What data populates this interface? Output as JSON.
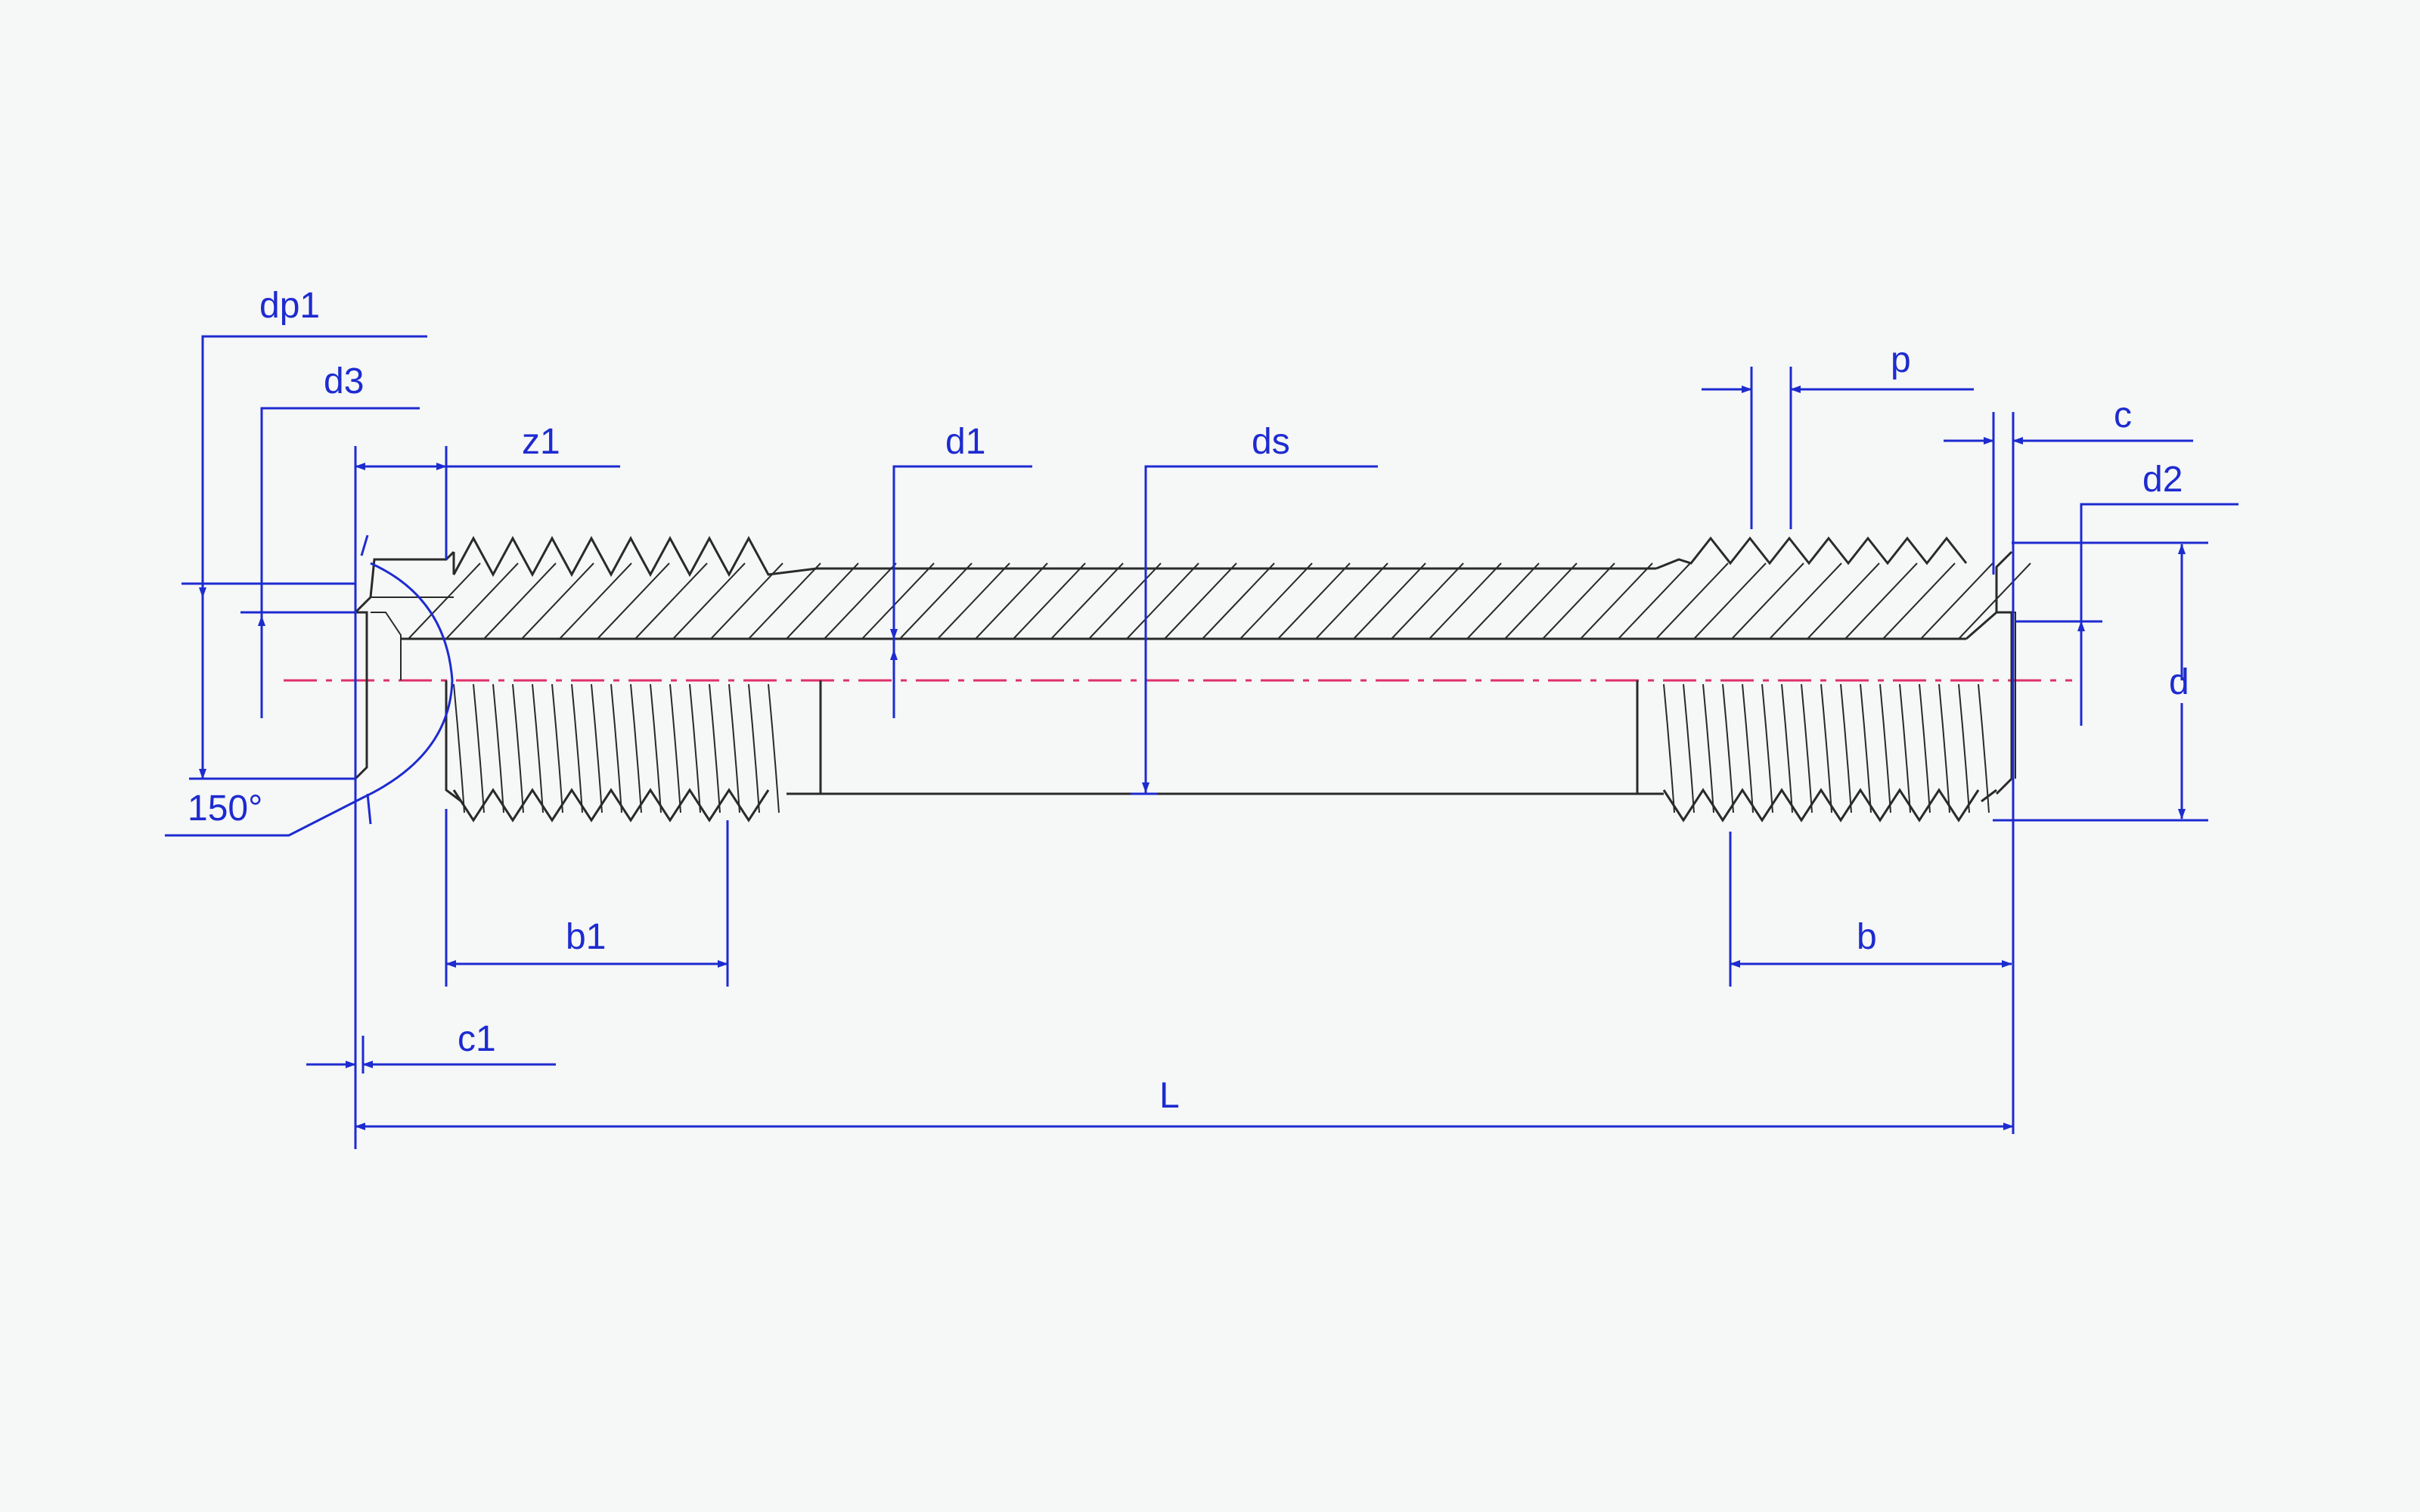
{
  "colors": {
    "dimension": "#1d2bd0",
    "part_outline": "#2a2a2a",
    "centerline": "#e0306a",
    "background": "#f6f7f7"
  },
  "labels": {
    "dp1": "dp1",
    "d3": "d3",
    "z1": "z1",
    "d1": "d1",
    "ds": "ds",
    "p": "p",
    "c": "c",
    "d2": "d2",
    "d": "d",
    "angle": "150°",
    "b1": "b1",
    "b": "b",
    "c1": "c1",
    "L": "L"
  }
}
